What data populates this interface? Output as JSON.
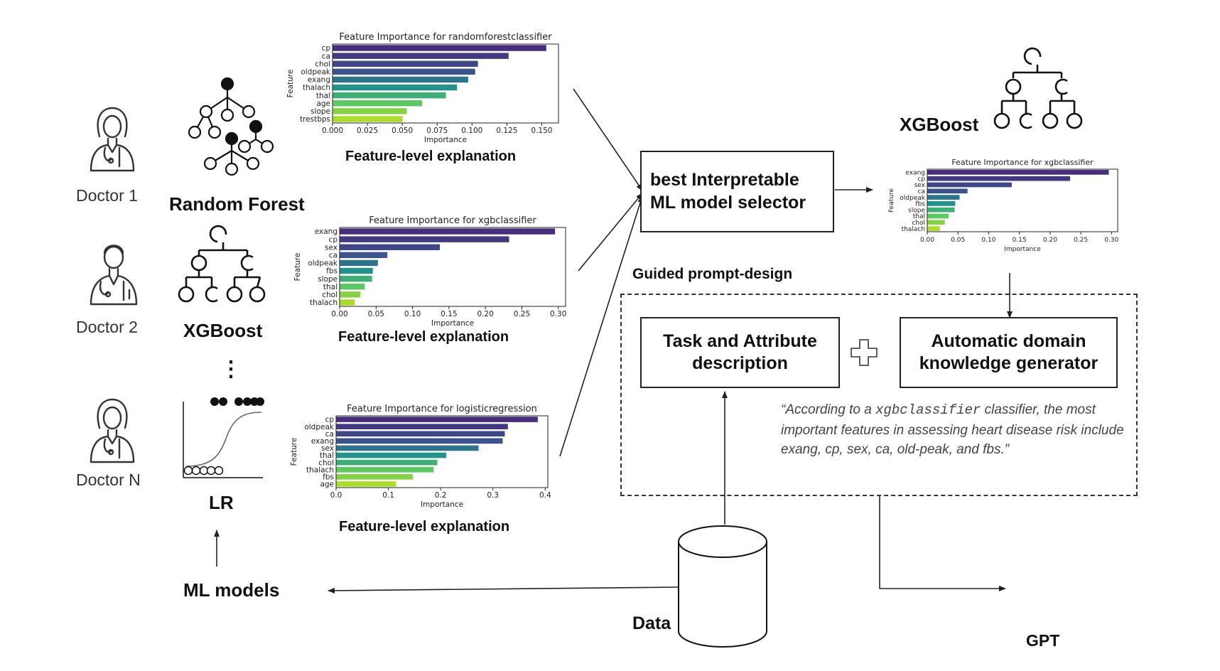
{
  "doctors": [
    {
      "label": "Doctor 1",
      "icon": "female-doctor-icon"
    },
    {
      "label": "Doctor 2",
      "icon": "male-doctor-icon"
    },
    {
      "label": "Doctor N",
      "icon": "female-doctor-icon"
    }
  ],
  "models": {
    "rf": "Random Forest",
    "xgb": "XGBoost",
    "ellipsis": "⋮",
    "lr": "LR",
    "ml_models": "ML models"
  },
  "explanation_label": "Feature-level explanation",
  "selector": {
    "line1": "best Interpretable",
    "line2": "ML model selector"
  },
  "selected_model": "XGBoost",
  "guided_prompt_title": "Guided prompt-design",
  "task_box": {
    "line1": "Task and Attribute",
    "line2": "description"
  },
  "plus_symbol": "+",
  "domain_box": {
    "line1": "Automatic domain",
    "line2": "knowledge generator"
  },
  "quote": {
    "pre": "“According to a ",
    "mono": "xgbclassifier",
    "post": " classifier, the most important features in assessing heart disease risk include exang, cp, sex, ca, old-peak, and fbs.”"
  },
  "data_label": "Data",
  "gpt_label": "GPT",
  "colors": {
    "viridis_start": "#472d7b",
    "viridis_end": "#addc30",
    "gpt_tile": "#76a89a"
  },
  "chart_data": [
    {
      "type": "bar",
      "orientation": "horizontal",
      "title": "Feature Importance for randomforestclassifier",
      "xlabel": "Importance",
      "ylabel": "Feature",
      "categories": [
        "cp",
        "ca",
        "chol",
        "oldpeak",
        "exang",
        "thalach",
        "thal",
        "age",
        "slope",
        "trestbps"
      ],
      "values": [
        0.153,
        0.126,
        0.104,
        0.102,
        0.097,
        0.089,
        0.081,
        0.064,
        0.053,
        0.05
      ],
      "xlim": [
        0,
        0.162
      ],
      "xticks": [
        "0.000",
        "0.025",
        "0.050",
        "0.075",
        "0.100",
        "0.125",
        "0.150"
      ],
      "xtick_values": [
        0,
        0.025,
        0.05,
        0.075,
        0.1,
        0.125,
        0.15
      ]
    },
    {
      "type": "bar",
      "orientation": "horizontal",
      "title": "Feature Importance for xgbclassifier",
      "xlabel": "Importance",
      "ylabel": "Feature",
      "categories": [
        "exang",
        "cp",
        "sex",
        "ca",
        "oldpeak",
        "fbs",
        "slope",
        "thal",
        "chol",
        "thalach"
      ],
      "values": [
        0.295,
        0.232,
        0.137,
        0.065,
        0.052,
        0.045,
        0.044,
        0.034,
        0.028,
        0.02
      ],
      "xlim": [
        0,
        0.31
      ],
      "xticks": [
        "0.00",
        "0.05",
        "0.10",
        "0.15",
        "0.20",
        "0.25",
        "0.30"
      ],
      "xtick_values": [
        0,
        0.05,
        0.1,
        0.15,
        0.2,
        0.25,
        0.3
      ]
    },
    {
      "type": "bar",
      "orientation": "horizontal",
      "title": "Feature Importance for logisticregression",
      "xlabel": "Importance",
      "ylabel": "Feature",
      "categories": [
        "cp",
        "oldpeak",
        "ca",
        "exang",
        "sex",
        "thal",
        "chol",
        "thalach",
        "fbs",
        "age"
      ],
      "values": [
        0.385,
        0.328,
        0.322,
        0.318,
        0.272,
        0.21,
        0.193,
        0.186,
        0.146,
        0.114
      ],
      "xlim": [
        0,
        0.405
      ],
      "xticks": [
        "0.0",
        "0.1",
        "0.2",
        "0.3",
        "0.4"
      ],
      "xtick_values": [
        0,
        0.1,
        0.2,
        0.3,
        0.4
      ]
    },
    {
      "type": "bar",
      "orientation": "horizontal",
      "title": "Feature Importance for xgbclassifier",
      "xlabel": "Importance",
      "ylabel": "Feature",
      "categories": [
        "exang",
        "cp",
        "sex",
        "ca",
        "oldpeak",
        "fbs",
        "slope",
        "thal",
        "chol",
        "thalach"
      ],
      "values": [
        0.295,
        0.232,
        0.137,
        0.065,
        0.052,
        0.045,
        0.044,
        0.034,
        0.028,
        0.02
      ],
      "xlim": [
        0,
        0.31
      ],
      "xticks": [
        "0.00",
        "0.05",
        "0.10",
        "0.15",
        "0.20",
        "0.25",
        "0.30"
      ],
      "xtick_values": [
        0,
        0.05,
        0.1,
        0.15,
        0.2,
        0.25,
        0.3
      ]
    }
  ]
}
